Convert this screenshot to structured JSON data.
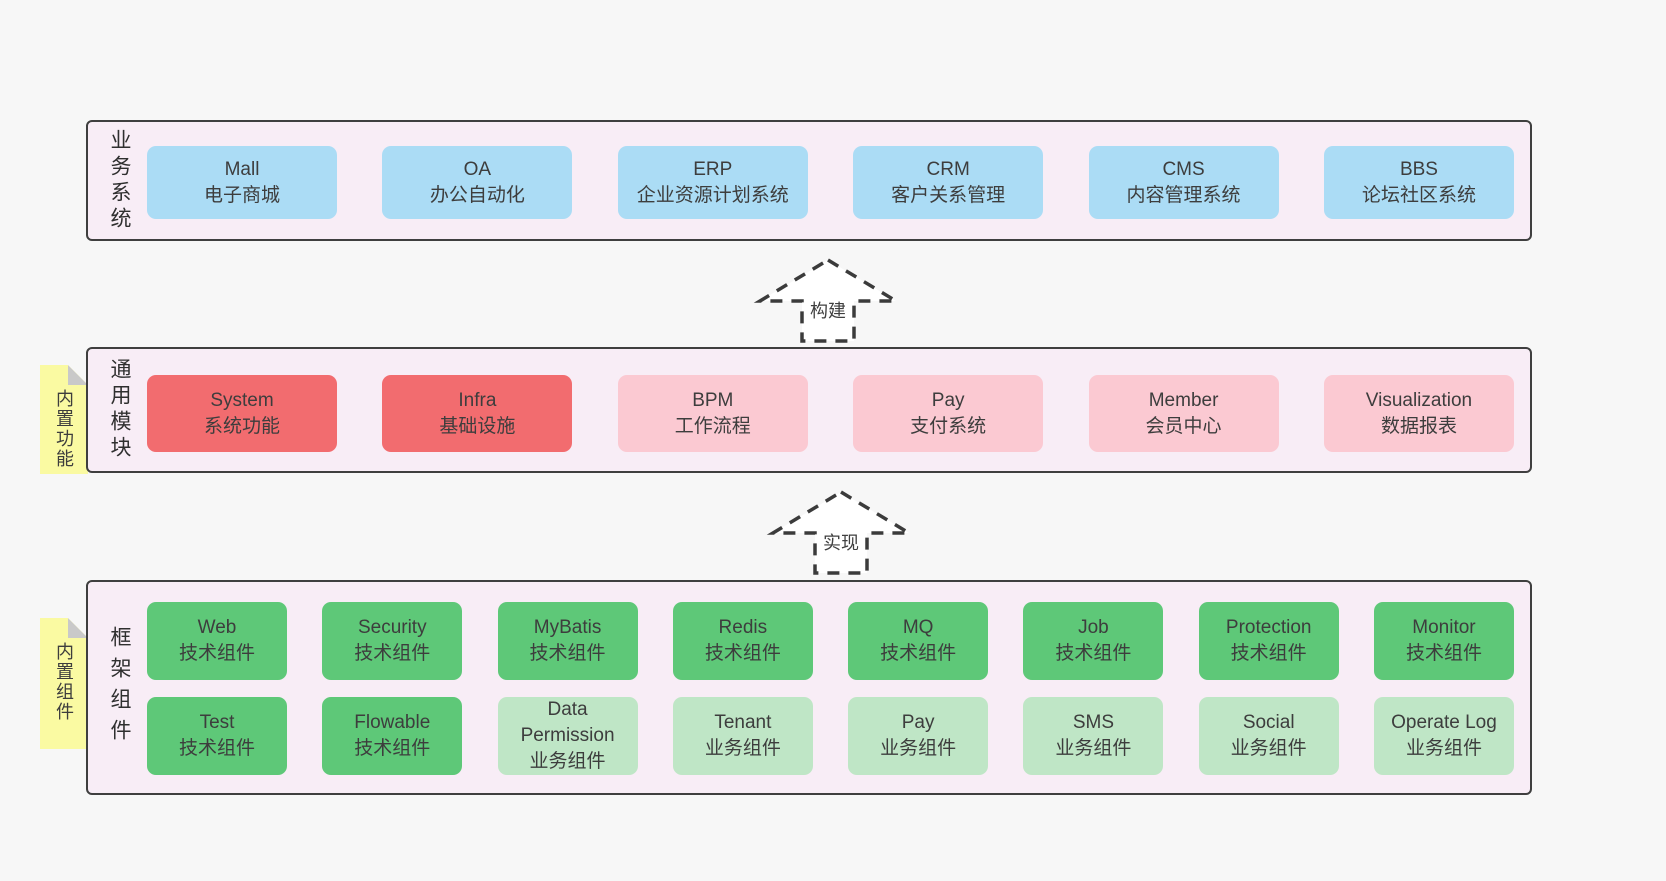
{
  "colors": {
    "page_bg": "#f7f7f7",
    "container_bg": "#f8edf6",
    "container_border": "#3f3f3f",
    "box_blue": "#abdcf5",
    "box_red": "#f26c6f",
    "box_pink": "#fbc9d2",
    "box_green": "#5ec878",
    "box_light_green": "#bfe6c6",
    "note_yellow": "#fafaa2",
    "note_fold_gray": "#c9c9c9",
    "text": "#3d3d3d"
  },
  "sections": [
    {
      "label": "业务系统",
      "rows": [
        [
          {
            "en": "Mall",
            "zh": "电子商城",
            "color": "blue"
          },
          {
            "en": "OA",
            "zh": "办公自动化",
            "color": "blue"
          },
          {
            "en": "ERP",
            "zh": "企业资源计划系统",
            "color": "blue"
          },
          {
            "en": "CRM",
            "zh": "客户关系管理",
            "color": "blue"
          },
          {
            "en": "CMS",
            "zh": "内容管理系统",
            "color": "blue"
          },
          {
            "en": "BBS",
            "zh": "论坛社区系统",
            "color": "blue"
          }
        ]
      ]
    },
    {
      "label": "通用模块",
      "note": "内置功能",
      "rows": [
        [
          {
            "en": "System",
            "zh": "系统功能",
            "color": "red"
          },
          {
            "en": "Infra",
            "zh": "基础设施",
            "color": "red"
          },
          {
            "en": "BPM",
            "zh": "工作流程",
            "color": "pink"
          },
          {
            "en": "Pay",
            "zh": "支付系统",
            "color": "pink"
          },
          {
            "en": "Member",
            "zh": "会员中心",
            "color": "pink"
          },
          {
            "en": "Visualization",
            "zh": "数据报表",
            "color": "pink"
          }
        ]
      ]
    },
    {
      "label": "框架组件",
      "note": "内置组件",
      "rows": [
        [
          {
            "en": "Web",
            "zh": "技术组件",
            "color": "green"
          },
          {
            "en": "Security",
            "zh": "技术组件",
            "color": "green"
          },
          {
            "en": "MyBatis",
            "zh": "技术组件",
            "color": "green"
          },
          {
            "en": "Redis",
            "zh": "技术组件",
            "color": "green"
          },
          {
            "en": "MQ",
            "zh": "技术组件",
            "color": "green"
          },
          {
            "en": "Job",
            "zh": "技术组件",
            "color": "green"
          },
          {
            "en": "Protection",
            "zh": "技术组件",
            "color": "green"
          },
          {
            "en": "Monitor",
            "zh": "技术组件",
            "color": "green"
          }
        ],
        [
          {
            "en": "Test",
            "zh": "技术组件",
            "color": "green"
          },
          {
            "en": "Flowable",
            "zh": "技术组件",
            "color": "green"
          },
          {
            "en": "Data Permission",
            "zh": "业务组件",
            "color": "lightgreen"
          },
          {
            "en": "Tenant",
            "zh": "业务组件",
            "color": "lightgreen"
          },
          {
            "en": "Pay",
            "zh": "业务组件",
            "color": "lightgreen"
          },
          {
            "en": "SMS",
            "zh": "业务组件",
            "color": "lightgreen"
          },
          {
            "en": "Social",
            "zh": "业务组件",
            "color": "lightgreen"
          },
          {
            "en": "Operate Log",
            "zh": "业务组件",
            "color": "lightgreen"
          }
        ]
      ]
    }
  ],
  "arrows": [
    {
      "label": "构建"
    },
    {
      "label": "实现"
    }
  ]
}
